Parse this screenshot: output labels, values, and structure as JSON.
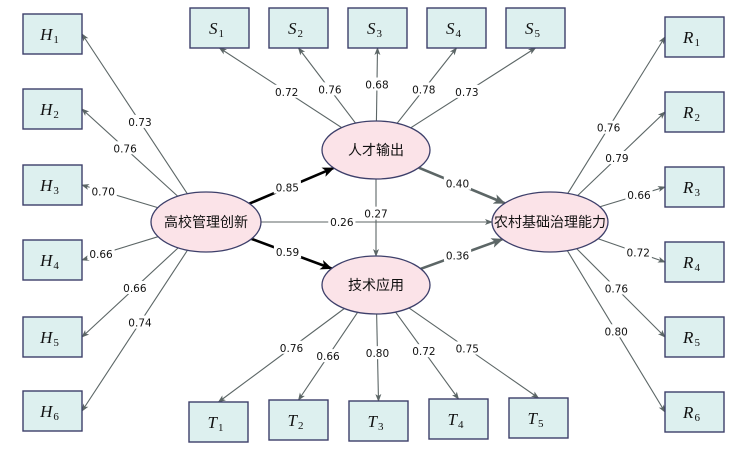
{
  "diagram": {
    "type": "structural-equation-model",
    "latent_variables": [
      {
        "id": "HM",
        "label": "高校管理创新"
      },
      {
        "id": "RC",
        "label": "人才输出"
      },
      {
        "id": "JS",
        "label": "技术应用"
      },
      {
        "id": "NC",
        "label": "农村基础治理能力"
      }
    ],
    "indicators": {
      "H": [
        {
          "letter": "H",
          "sub": "1",
          "loading": "0.73"
        },
        {
          "letter": "H",
          "sub": "2",
          "loading": "0.76"
        },
        {
          "letter": "H",
          "sub": "3",
          "loading": "0.70"
        },
        {
          "letter": "H",
          "sub": "4",
          "loading": "0.66"
        },
        {
          "letter": "H",
          "sub": "5",
          "loading": "0.66"
        },
        {
          "letter": "H",
          "sub": "6",
          "loading": "0.74"
        }
      ],
      "S": [
        {
          "letter": "S",
          "sub": "1",
          "loading": "0.72"
        },
        {
          "letter": "S",
          "sub": "2",
          "loading": "0.76"
        },
        {
          "letter": "S",
          "sub": "3",
          "loading": "0.68"
        },
        {
          "letter": "S",
          "sub": "4",
          "loading": "0.78"
        },
        {
          "letter": "S",
          "sub": "5",
          "loading": "0.73"
        }
      ],
      "T": [
        {
          "letter": "T",
          "sub": "1",
          "loading": "0.76"
        },
        {
          "letter": "T",
          "sub": "2",
          "loading": "0.66"
        },
        {
          "letter": "T",
          "sub": "3",
          "loading": "0.80"
        },
        {
          "letter": "T",
          "sub": "4",
          "loading": "0.72"
        },
        {
          "letter": "T",
          "sub": "5",
          "loading": "0.75"
        }
      ],
      "R": [
        {
          "letter": "R",
          "sub": "1",
          "loading": "0.76"
        },
        {
          "letter": "R",
          "sub": "2",
          "loading": "0.79"
        },
        {
          "letter": "R",
          "sub": "3",
          "loading": "0.66"
        },
        {
          "letter": "R",
          "sub": "4",
          "loading": "0.72"
        },
        {
          "letter": "R",
          "sub": "5",
          "loading": "0.76"
        },
        {
          "letter": "R",
          "sub": "6",
          "loading": "0.80"
        }
      ]
    },
    "paths": [
      {
        "from": "HM",
        "to": "RC",
        "coef": "0.85"
      },
      {
        "from": "HM",
        "to": "JS",
        "coef": "0.59"
      },
      {
        "from": "HM",
        "to": "NC",
        "coef": "0.26"
      },
      {
        "from": "RC",
        "to": "JS",
        "coef": "0.27"
      },
      {
        "from": "RC",
        "to": "NC",
        "coef": "0.40"
      },
      {
        "from": "JS",
        "to": "NC",
        "coef": "0.36"
      }
    ],
    "colors": {
      "indicator_fill": "#ddf0ef",
      "latent_fill": "#fbe3e8",
      "outline": "#3d3f6a",
      "arrow_grey": "#5c6666",
      "arrow_black": "#000000"
    }
  }
}
